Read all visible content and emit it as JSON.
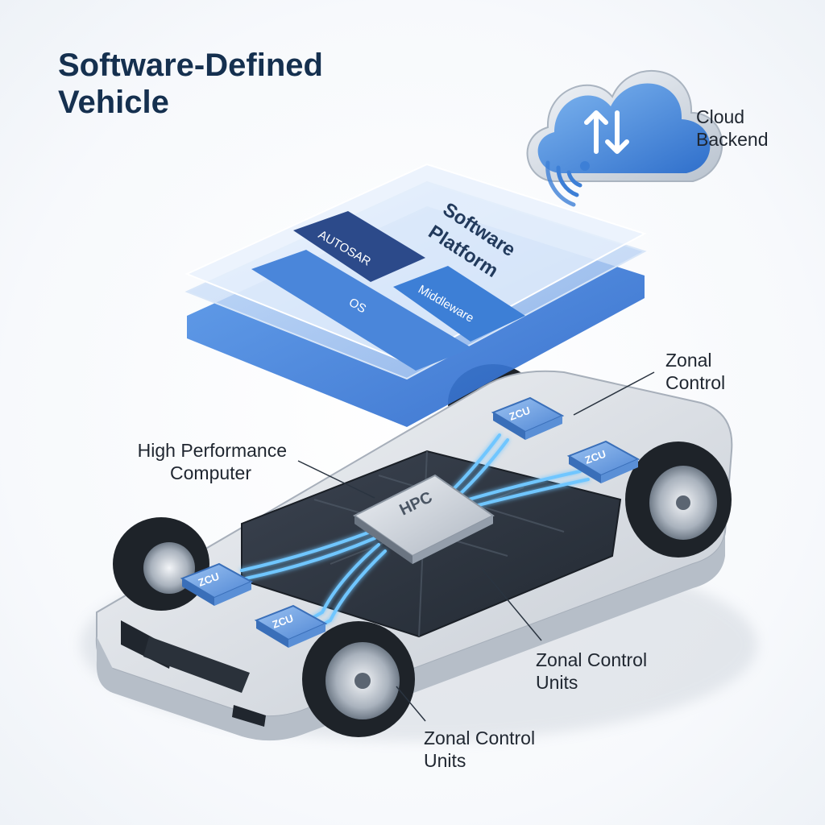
{
  "title": {
    "line1": "Software-Defined",
    "line2": "Vehicle"
  },
  "cloud": {
    "label_line1": "Cloud",
    "label_line2": "Backend",
    "icon": "cloud-sync-icon"
  },
  "platform": {
    "title_line1": "Software",
    "title_line2": "Platform",
    "blocks": {
      "autosar": "AUTOSAR",
      "middleware": "Middleware",
      "os": "OS"
    }
  },
  "labels": {
    "zonal_control_line1": "Zonal",
    "zonal_control_line2": "Control",
    "hpc_line1": "High Performance",
    "hpc_line2": "Computer",
    "zcu_mid_line1": "Zonal Control",
    "zcu_mid_line2": "Units",
    "zcu_bottom_line1": "Zonal Control",
    "zcu_bottom_line2": "Units"
  },
  "chips": {
    "hpc": "HPC",
    "zcu": "ZCU"
  },
  "colors": {
    "title": "#15304f",
    "accent": "#3d7fd6",
    "accent_dark": "#2c4a8a",
    "glow": "#6fc6ff",
    "chassis": "#d9dee5",
    "battery": "#2f3640"
  }
}
